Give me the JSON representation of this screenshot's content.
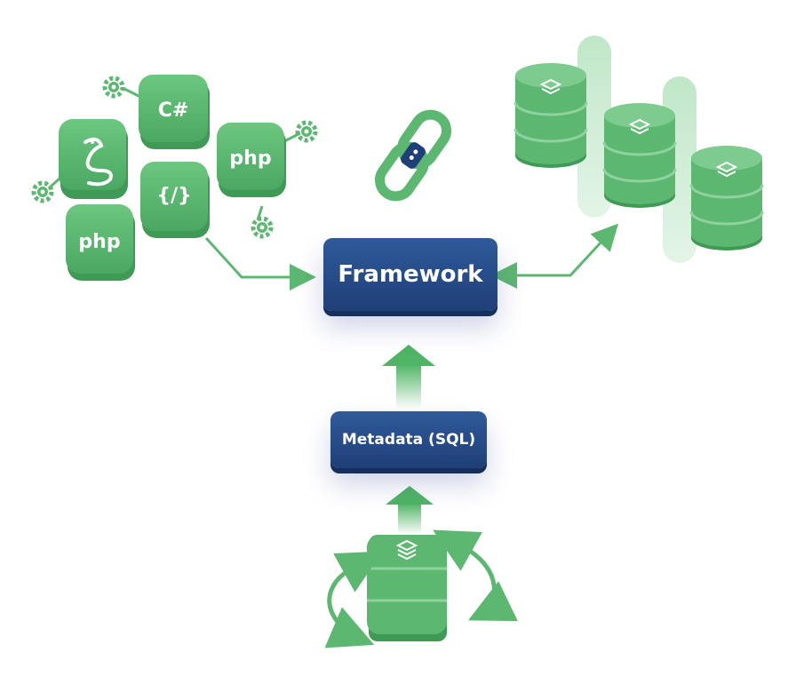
{
  "framework": {
    "label": "Framework"
  },
  "metadata": {
    "label": "Metadata (SQL)"
  },
  "code_tiles": [
    {
      "label": "C#",
      "icon": "csharp-icon"
    },
    {
      "label": "php",
      "icon": "php-icon"
    },
    {
      "label": "php",
      "icon": "php-icon"
    },
    {
      "label": "{/}",
      "icon": "code-brackets-icon"
    },
    {
      "label": "",
      "icon": "python-snake-icon"
    }
  ],
  "colors": {
    "green": "#5cb870",
    "green_dark": "#3e9a55",
    "navy": "#1f3f78",
    "arrow_green": "#5cb870"
  }
}
